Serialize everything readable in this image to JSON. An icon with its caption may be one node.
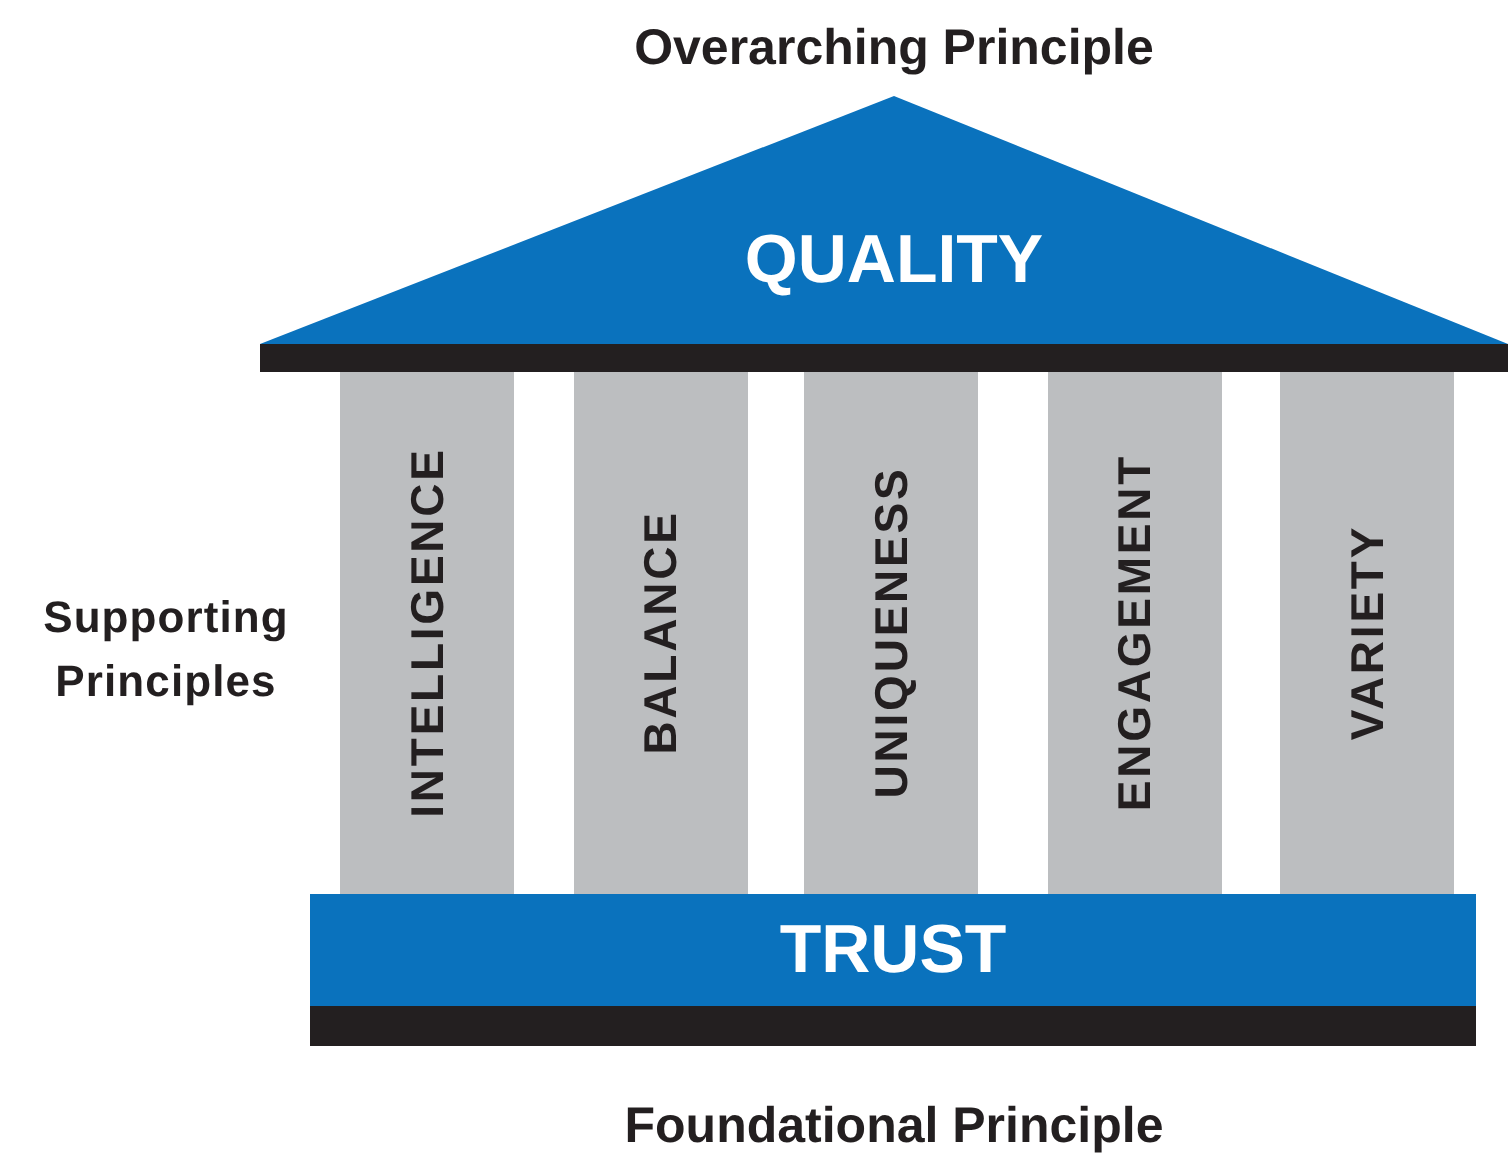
{
  "diagram": {
    "nodes": [
      {
        "text": [
          "QUALITY"
        ]
      },
      {
        "text": [],
        "shape": "bar"
      },
      {
        "text": [
          "INTELLIGENCE"
        ]
      },
      {
        "text": [
          "BALANCE"
        ]
      },
      {
        "text": [
          "UNIQUENESS"
        ]
      },
      {
        "text": [
          "ENGAGEMENT"
        ]
      },
      {
        "text": [
          "VARIETY"
        ]
      },
      {
        "text": [
          "TRUST"
        ]
      },
      {
        "text": [],
        "shape": "bar"
      }
    ],
    "labels": [
      "Overarching Principle",
      "Supporting Principles",
      "Foundational Principle"
    ]
  }
}
